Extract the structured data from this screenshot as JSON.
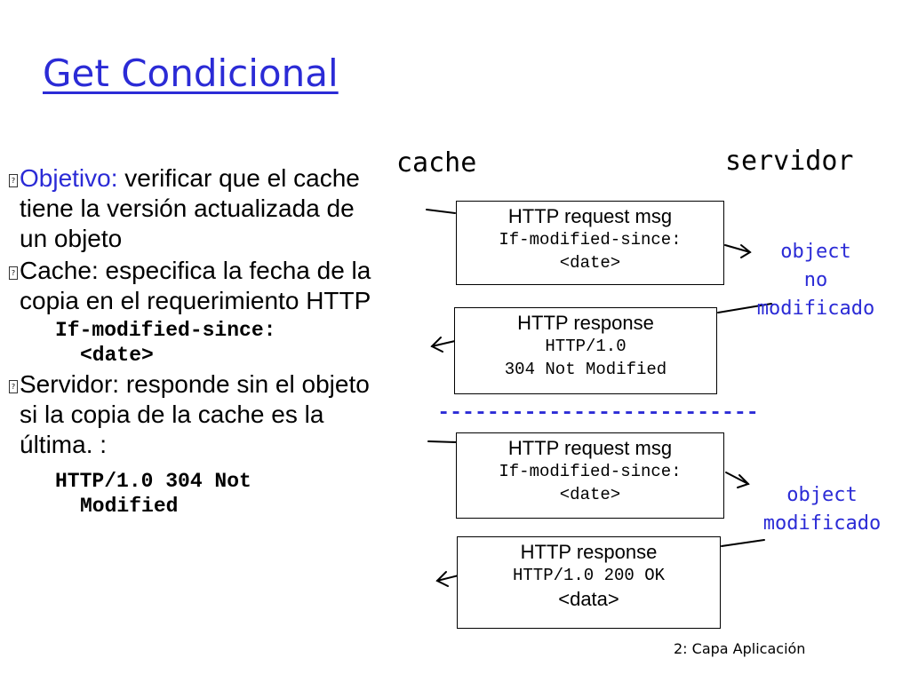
{
  "title": "Get Condicional",
  "bullets": [
    {
      "keyword": "Objetivo:",
      "text": " verificar que el cache tiene la versión actualizada de un objeto"
    },
    {
      "keyword": "",
      "text": "Cache: especifica la fecha de la copia en el requerimiento HTTP"
    },
    {
      "keyword": "",
      "text": "Servidor: responde sin el objeto si la copia de la cache es la última. :"
    }
  ],
  "code_blocks": {
    "request_header": [
      "If-modified-since:",
      "<date>"
    ],
    "response_status": [
      "HTTP/1.0 304 Not",
      "Modified"
    ]
  },
  "bullet_marker": "?",
  "diagram": {
    "cache_label": "cache",
    "server_label": "servidor",
    "divider": "--------------------------",
    "exchange_1": {
      "request": {
        "line1": "HTTP request msg",
        "line2": "If-modified-since:",
        "line3": "<date>"
      },
      "response": {
        "line1": "HTTP response",
        "line2": "HTTP/1.0",
        "line3": "304 Not Modified"
      },
      "note": [
        "object",
        "no",
        "modificado"
      ]
    },
    "exchange_2": {
      "request": {
        "line1": "HTTP request msg",
        "line2": "If-modified-since:",
        "line3": "<date>"
      },
      "response": {
        "line1": "HTTP response",
        "line2": "HTTP/1.0 200 OK",
        "line3": "<data>"
      },
      "note": [
        "object",
        "modificado"
      ]
    }
  },
  "footer": "2: Capa Aplicación",
  "colors": {
    "accent": "#2b2bd6",
    "text": "#000000",
    "background": "#ffffff"
  }
}
